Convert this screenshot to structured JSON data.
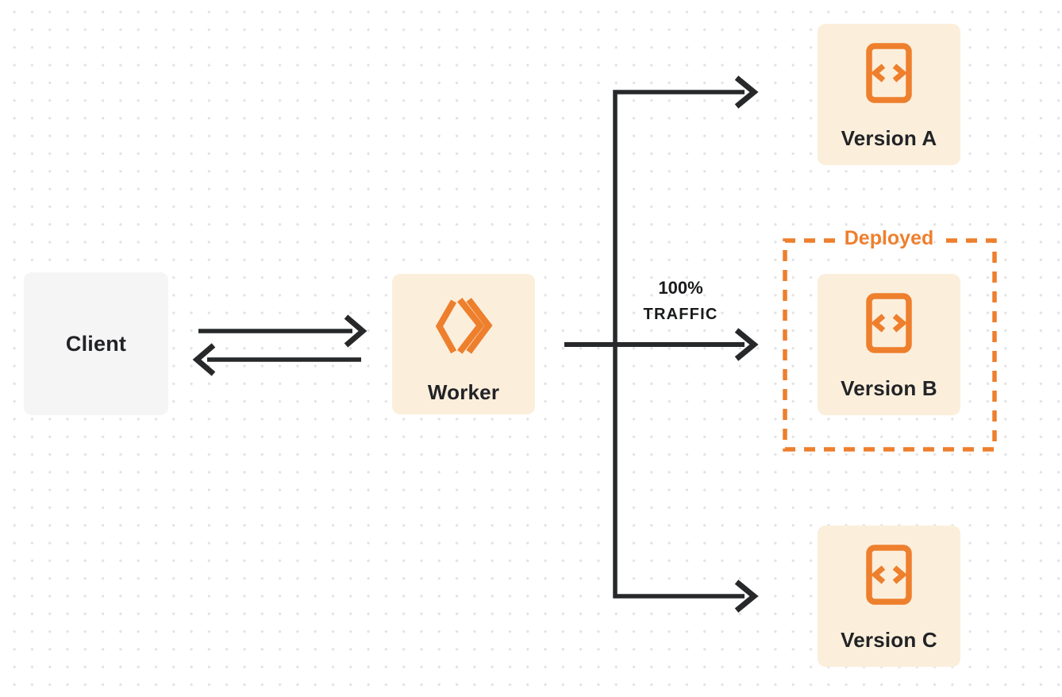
{
  "diagram": {
    "nodes": {
      "client": {
        "label": "Client"
      },
      "worker": {
        "label": "Worker"
      },
      "version_a": {
        "label": "Version A"
      },
      "version_b": {
        "label": "Version B"
      },
      "version_c": {
        "label": "Version C"
      }
    },
    "annotations": {
      "deployed_label": "Deployed",
      "traffic_line1": "100%",
      "traffic_line2": "TRAFFIC"
    },
    "edges": [
      {
        "from": "client",
        "to": "worker",
        "style": "request-arrow"
      },
      {
        "from": "worker",
        "to": "client",
        "style": "response-arrow"
      },
      {
        "from": "worker",
        "to": "version_a",
        "label": ""
      },
      {
        "from": "worker",
        "to": "version_b",
        "label": "100% TRAFFIC"
      },
      {
        "from": "worker",
        "to": "version_c",
        "label": ""
      }
    ],
    "colors": {
      "accent_orange": "#ee7f2d",
      "box_cream": "#fbefdc",
      "box_gray": "#f5f5f6",
      "arrow_dark": "#26282a",
      "dot_grid": "#e3e3e5"
    }
  }
}
